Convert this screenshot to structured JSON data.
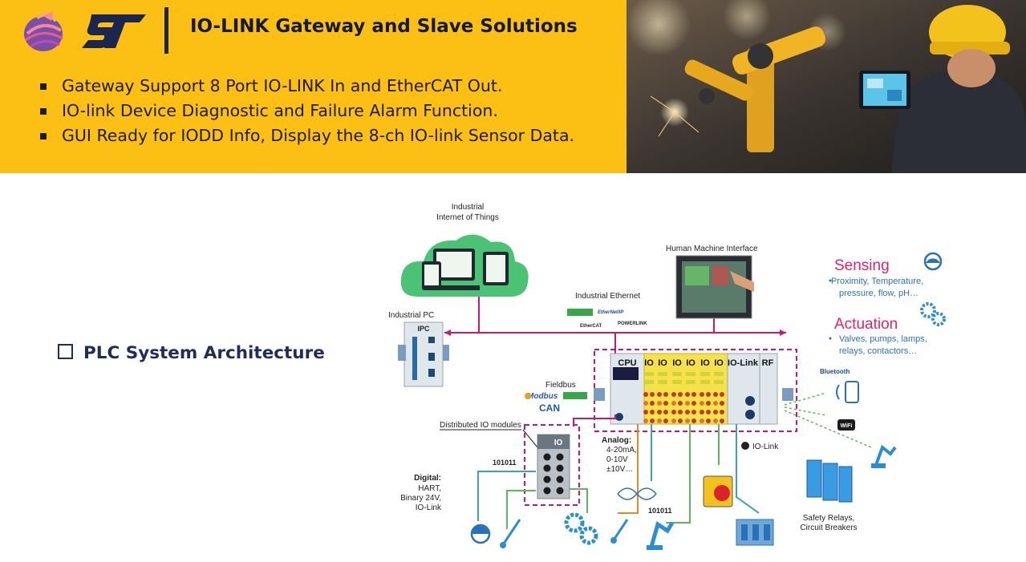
{
  "header": {
    "title": "IO-LINK Gateway and Slave Solutions",
    "brand_color": "#fcbf13"
  },
  "bullets": [
    "Gateway Support 8 Port IO-LINK In and EtherCAT Out.",
    "IO-link Device Diagnostic and Failure Alarm Function.",
    "GUI Ready for IODD Info, Display the 8-ch IO-link Sensor Data."
  ],
  "section": {
    "label": "PLC System Architecture"
  },
  "diagram": {
    "iiot_label_1": "Industrial",
    "iiot_label_2": "Internet of Things",
    "hmi_label": "Human Machine Interface",
    "industrial_ethernet_label": "Industrial Ethernet",
    "industrial_pc_label": "Industrial PC",
    "ipc_label": "IPC",
    "fieldbus_label": "Fieldbus",
    "modbus_label": "Modbus",
    "can_label": "CAN",
    "ethernetip_label": "EtherNet/IP",
    "ethercat_label": "EtherCAT",
    "powerlink_label": "POWERLINK",
    "distributed_io_label": "Distributed IO modules",
    "io_label": "IO",
    "digital_title": "Digital:",
    "digital_lines": [
      "HART,",
      "Binary 24V,",
      "IO-Link"
    ],
    "analog_title": "Analog:",
    "analog_lines": [
      "4-20mA,",
      "0-10V",
      "±10V…"
    ],
    "binary_code_1": "101011",
    "binary_code_2": "101011",
    "iolink_label": "IO-Link",
    "plc_modules": [
      "CPU",
      "IO",
      "IO",
      "IO",
      "IO",
      "IO",
      "IO",
      "IO-Link",
      "RF"
    ],
    "sensing_title": "Sensing",
    "sensing_lines": [
      "Proximity, Temperature,",
      "pressure, flow, pH…"
    ],
    "actuation_title": "Actuation",
    "actuation_lines": [
      "Valves, pumps, lamps,",
      "relays, contactors…"
    ],
    "bluetooth_label": "Bluetooth",
    "wifi_label": "WiFi",
    "safety_label_1": "Safety Relays,",
    "safety_label_2": "Circuit Breakers",
    "colors": {
      "ethernet_line": "#c2187a",
      "cloud": "#4cc274",
      "green_wire": "#5cb85c",
      "orange_wire": "#e08a2a",
      "teal_wire": "#3aa6b4",
      "accent_red": "#e0236a"
    }
  }
}
